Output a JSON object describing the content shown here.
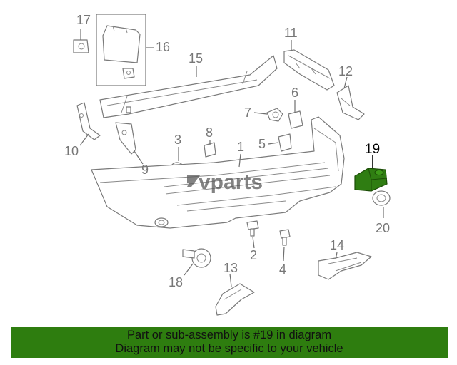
{
  "diagram": {
    "watermark": "vparts",
    "callouts": [
      {
        "id": "c17",
        "text": "17"
      },
      {
        "id": "c16",
        "text": "16"
      },
      {
        "id": "c15",
        "text": "15"
      },
      {
        "id": "c11",
        "text": "11"
      },
      {
        "id": "c12",
        "text": "12"
      },
      {
        "id": "c6",
        "text": "6"
      },
      {
        "id": "c7",
        "text": "7"
      },
      {
        "id": "c5",
        "text": "5"
      },
      {
        "id": "c10",
        "text": "10"
      },
      {
        "id": "c9",
        "text": "9"
      },
      {
        "id": "c3",
        "text": "3"
      },
      {
        "id": "c8",
        "text": "8"
      },
      {
        "id": "c1",
        "text": "1"
      },
      {
        "id": "c19",
        "text": "19"
      },
      {
        "id": "c20",
        "text": "20"
      },
      {
        "id": "c2",
        "text": "2"
      },
      {
        "id": "c4",
        "text": "4"
      },
      {
        "id": "c14",
        "text": "14"
      },
      {
        "id": "c13",
        "text": "13"
      },
      {
        "id": "c18",
        "text": "18"
      }
    ],
    "highlighted_part": "19",
    "highlight_color": "#2f7d12",
    "line_color": "#7a7a7a"
  },
  "banner": {
    "line1": "Part or sub-assembly is #19 in diagram",
    "line2": "Diagram may not be specific to your vehicle",
    "background": "#2e7d0f"
  }
}
